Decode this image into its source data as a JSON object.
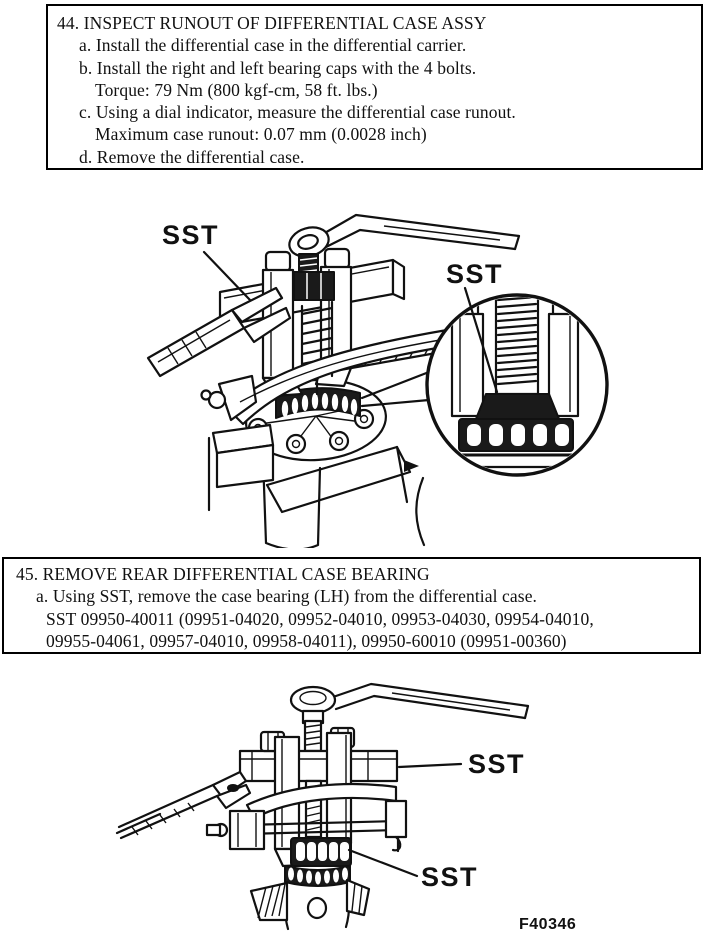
{
  "colors": {
    "ink": "#111111",
    "paper": "#ffffff"
  },
  "section_44": {
    "lines": [
      "44. INSPECT RUNOUT OF DIFFERENTIAL CASE ASSY",
      "a. Install the differential case in the differential carrier.",
      "b. Install the right and left bearing caps with the 4 bolts.",
      "Torque: 79 Nm (800 kgf-cm, 58 ft. lbs.)",
      "c. Using a dial indicator, measure the differential case runout.",
      "Maximum case runout: 0.07 mm (0.0028 inch)",
      "d. Remove the differential case."
    ]
  },
  "section_45": {
    "lines": [
      "45. REMOVE REAR DIFFERENTIAL CASE BEARING",
      "a. Using SST, remove the case bearing (LH) from the differential case.",
      "SST 09950-40011 (09951-04020, 09952-04010, 09953-04030, 09954-04010,",
      "09955-04061, 09957-04010, 09958-04011), 09950-60010 (09951-00360)"
    ]
  },
  "figure_1": {
    "label_sst_tool": "SST",
    "label_sst_inset": "SST"
  },
  "figure_2": {
    "label_sst_upper": "SST",
    "label_sst_lower": "SST",
    "figure_code": "F40346"
  }
}
